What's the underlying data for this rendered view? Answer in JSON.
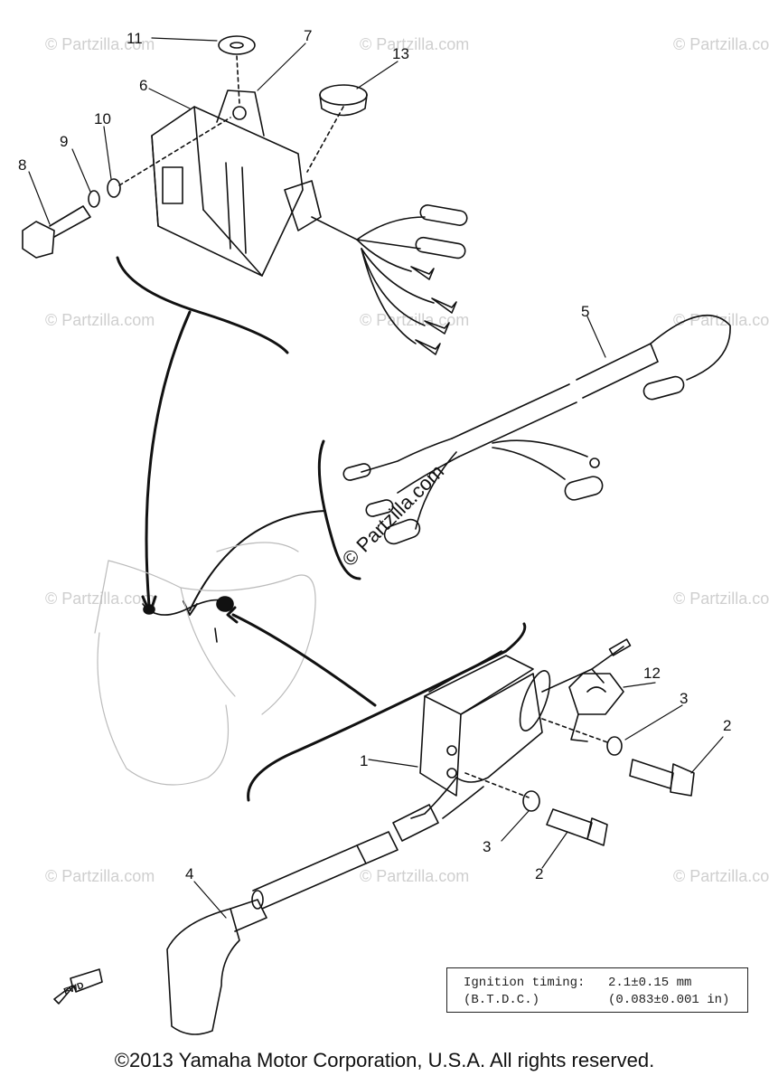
{
  "watermark": "© Partzilla.com",
  "center_watermark": "© Partzilla.com",
  "callouts": [
    "1",
    "2",
    "2",
    "3",
    "3",
    "4",
    "5",
    "6",
    "7",
    "8",
    "9",
    "10",
    "11",
    "12",
    "13"
  ],
  "fwd_label": "FWD",
  "spec": {
    "label_1": "Ignition timing:",
    "label_2": "(B.T.D.C.)",
    "value_1": "2.1±0.15 mm",
    "value_2": "(0.083±0.001 in)"
  },
  "copyright": "©2013  Yamaha Motor Corporation, U.S.A. All rights reserved."
}
